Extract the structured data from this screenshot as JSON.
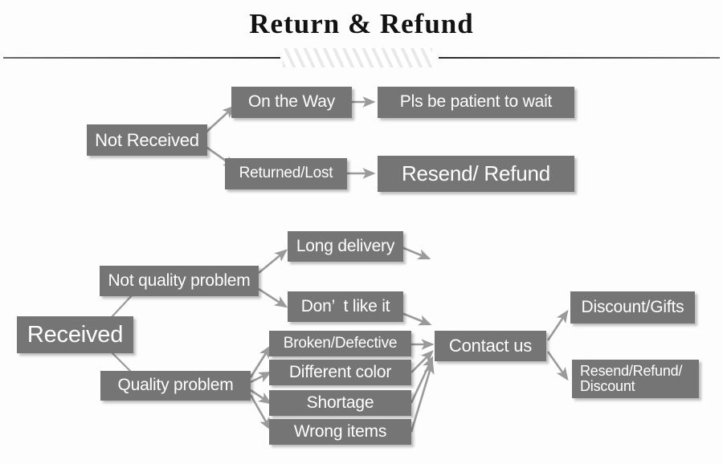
{
  "header": {
    "title": "Return & Refund",
    "divider_icon": "hatched-rule-divider"
  },
  "flowchart": {
    "type": "diagram",
    "box_color": "#757575",
    "text_color": "#ffffff",
    "connector_color": "#9a9a9a",
    "branches": [
      {
        "root": "Not Received",
        "paths": [
          {
            "stage": "On the Way",
            "outcome": "Pls be patient to wait"
          },
          {
            "stage": "Returned/Lost",
            "outcome": "Resend/ Refund"
          }
        ]
      },
      {
        "root": "Received",
        "paths": [
          {
            "stage": "Not quality problem",
            "reasons": [
              "Long delivery",
              "Don’  t like it"
            ],
            "outcome": ""
          },
          {
            "stage": "Quality problem",
            "reasons": [
              "Broken/Defective",
              "Different color",
              "Shortage",
              "Wrong items"
            ],
            "outcome": "Contact us"
          }
        ]
      }
    ],
    "resolutions": [
      "Discount/Gifts",
      "Resend/Refund/\nDiscount"
    ]
  },
  "nodes": {
    "not_received": "Not Received",
    "on_the_way": "On the Way",
    "pls_be_patient": "Pls be patient to wait",
    "returned_lost": "Returned/Lost",
    "resend_refund": "Resend/ Refund",
    "received": "Received",
    "not_quality_problem": "Not quality problem",
    "long_delivery": "Long delivery",
    "dont_like_it": "Don’  t like it",
    "quality_problem": "Quality problem",
    "broken_defective": "Broken/Defective",
    "different_color": "Different color",
    "shortage": "Shortage",
    "wrong_items": "Wrong items",
    "contact_us": "Contact us",
    "discount_gifts": "Discount/Gifts",
    "resend_refund_discount": "Resend/Refund/\nDiscount"
  }
}
